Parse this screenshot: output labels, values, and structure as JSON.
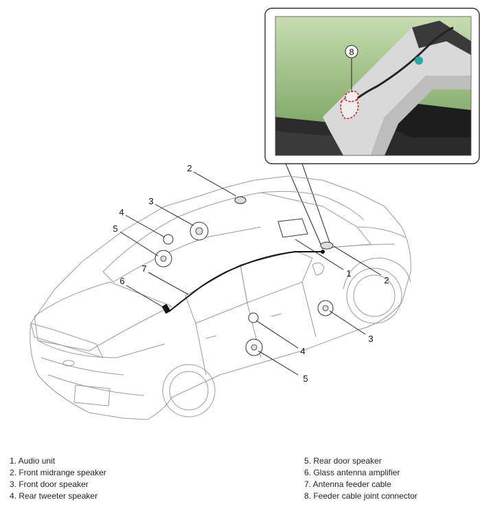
{
  "inset": {
    "callout": "8"
  },
  "callouts": [
    {
      "id": "c2-top",
      "label": "2"
    },
    {
      "id": "c3-top",
      "label": "3"
    },
    {
      "id": "c4-top",
      "label": "4"
    },
    {
      "id": "c5-top",
      "label": "5"
    },
    {
      "id": "c7",
      "label": "7"
    },
    {
      "id": "c6",
      "label": "6"
    },
    {
      "id": "c1",
      "label": "1"
    },
    {
      "id": "c2-right",
      "label": "2"
    },
    {
      "id": "c3-right",
      "label": "3"
    },
    {
      "id": "c4-bottom",
      "label": "4"
    },
    {
      "id": "c5-bottom",
      "label": "5"
    }
  ],
  "legend": {
    "left": [
      "1. Audio unit",
      "2. Front midrange speaker",
      "3. Front door speaker",
      "4. Rear tweeter speaker"
    ],
    "right": [
      "5. Rear door speaker",
      "6. Glass antenna amplifier",
      "7. Antenna feeder cable",
      "8. Feeder cable joint connector"
    ]
  },
  "colors": {
    "line": "#222222",
    "car_outline": "#9a9a9a",
    "inset_bg_top": "#c7dcae",
    "inset_bg_bottom": "#6f9b55",
    "connector_highlight": "#cc2222"
  }
}
